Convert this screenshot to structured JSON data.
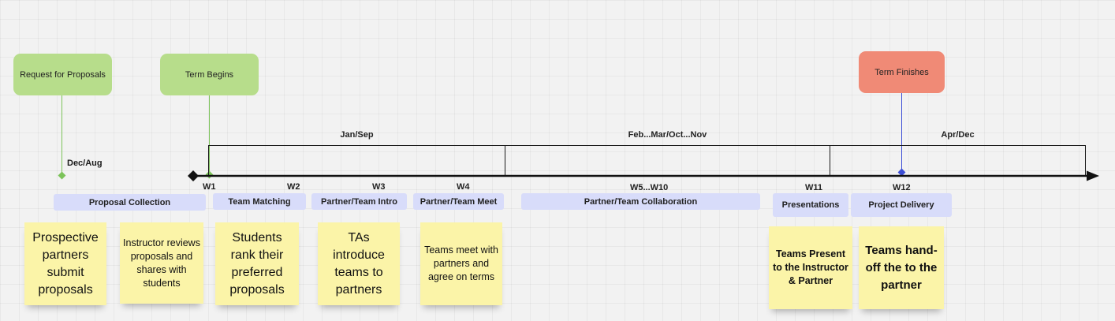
{
  "milestones": {
    "rfp": "Request for Proposals",
    "term_begins": "Term Begins",
    "term_finishes": "Term Finishes"
  },
  "start_date": "Dec/Aug",
  "periods": [
    "Jan/Sep",
    "Feb...Mar/Oct...Nov",
    "Apr/Dec"
  ],
  "weeks": [
    "W1",
    "W2",
    "W3",
    "W4",
    "W5...W10",
    "W11",
    "W12"
  ],
  "phases": [
    "Proposal Collection",
    "Team Matching",
    "Partner/Team Intro",
    "Partner/Team Meet",
    "Partner/Team Collaboration",
    "Presentations",
    "Project Delivery"
  ],
  "notes": [
    "Prospective partners submit proposals",
    "Instructor reviews proposals and shares with students",
    "Students rank their preferred proposals",
    "TAs introduce teams to partners",
    "Teams meet with partners and agree on terms",
    "Teams Present to the Instructor & Partner",
    "Teams hand-off the to the partner"
  ],
  "colors": {
    "milestone_green": "#b7dd8b",
    "milestone_red": "#f08a76",
    "connector_green": "#7cc35a",
    "connector_blue": "#3d4fd6",
    "phase_bg": "#d8dcfa",
    "sticky_bg": "#fbf4a8"
  }
}
